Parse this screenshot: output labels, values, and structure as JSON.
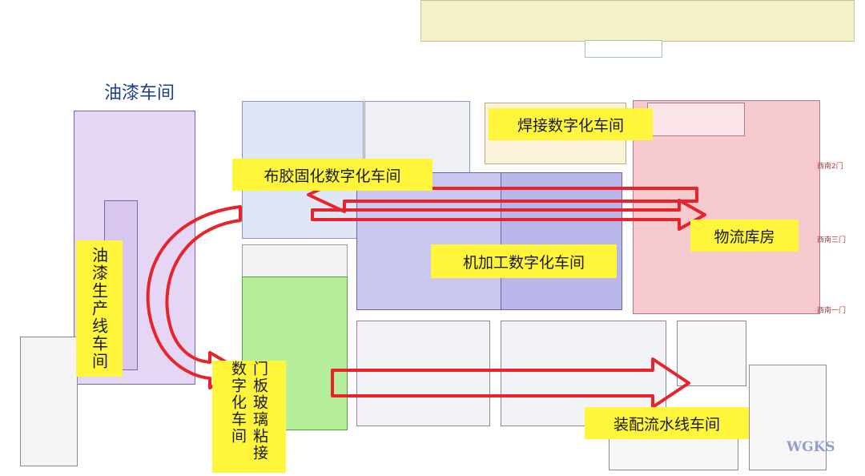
{
  "diagram": {
    "paint_workshop_title": "油漆车间",
    "labels": {
      "welding": "焊接数字化车间",
      "glue": "布胶固化数字化车间",
      "logistics": "物流库房",
      "machining": "机加工数字化车间",
      "paint_line": "油漆生产线车间",
      "door_glass": "门板玻璃粘接数字化车间",
      "assembly": "装配流水线车间"
    },
    "gates": {
      "gate_west_2": "西南2门",
      "gate_south_3": "西南三门",
      "gate_south_1": "西南一门"
    },
    "watermark": "WGKS"
  },
  "colors": {
    "label_bg": "#fff53a",
    "arrow": "#e8242a",
    "title": "#1f3f8f",
    "paint_zone": "#e4d6f4",
    "logistics_zone": "#f6c9cf",
    "machining_zone": "#c9c6f0",
    "door_zone": "#b6ef9c"
  }
}
